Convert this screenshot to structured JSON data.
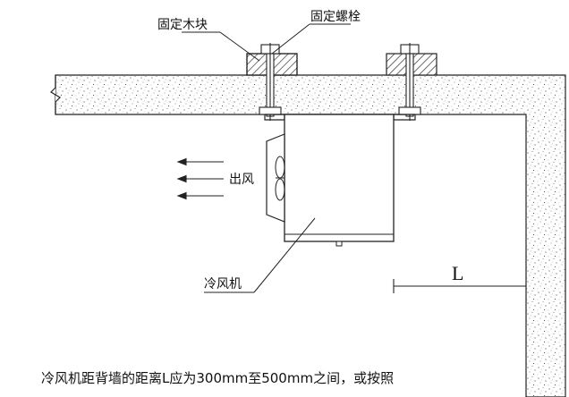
{
  "diagram": {
    "labels": {
      "fixing_wood_block": "固定木块",
      "fixing_bolt": "固定螺栓",
      "air_outlet": "出风",
      "air_cooler": "冷风机",
      "distance_symbol": "L"
    },
    "caption": "冷风机距背墙的距离L应为300mm至500mm之间，或按照"
  }
}
